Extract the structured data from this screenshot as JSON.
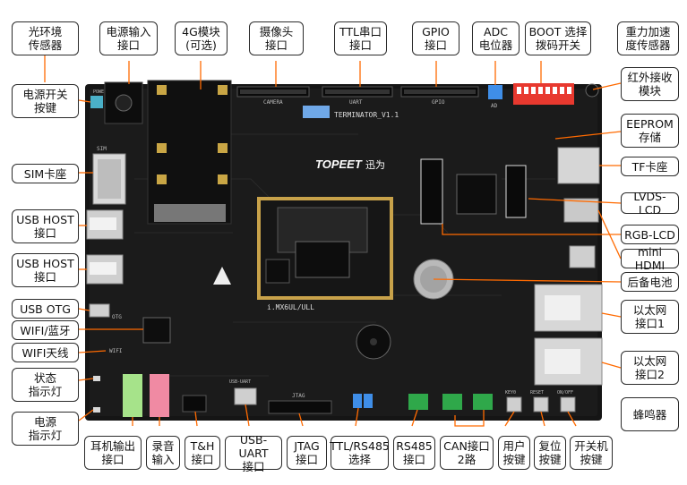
{
  "colors": {
    "board": "#151515",
    "leader": "#ff6a00",
    "label_border": "#2b2b2b",
    "soc_gold": "#c8a24a",
    "terminal_green": "#2fa84a",
    "audio_green": "#a6e38a",
    "audio_pink": "#f08aa3",
    "dip_red": "#e8392f",
    "dip_blue": "#3f8ee8"
  },
  "silkscreen": {
    "brand": "TOPEET",
    "brand_cn": "迅为",
    "board_name": "TERMINATOR_V1.1",
    "soc": "i.MX6UL/ULL",
    "camera": "CAMERA",
    "uart": "UART",
    "gpio": "GPIO",
    "ad": "AD",
    "sim": "SIM",
    "power": "POWE",
    "otg": "OTG",
    "wifi": "WIFI",
    "jtag": "JTAG",
    "usb_uart": "USB-UART",
    "reset": "RESET",
    "onoff": "ON/OFF",
    "key": "KEY0"
  },
  "callouts": {
    "light_sensor": "光环境\n传感器",
    "power_input": "电源输入\n接口",
    "module_4g": "4G模块\n(可选)",
    "camera": "摄像头\n接口",
    "ttl_serial": "TTL串口\n接口",
    "gpio": "GPIO\n接口",
    "adc": "ADC\n电位器",
    "boot_switch": "BOOT 选择\n拨码开关",
    "gravity_sensor": "重力加速\n度传感器",
    "power_switch": "电源开关\n按键",
    "ir_receiver": "红外接收\n模块",
    "eeprom": "EEPROM\n存储",
    "sim_slot": "SIM卡座",
    "tf_slot": "TF卡座",
    "lvds_lcd": "LVDS-LCD",
    "usb_host_1": "USB HOST\n接口",
    "rgb_lcd": "RGB-LCD",
    "usb_host_2": "USB HOST\n接口",
    "mini_hdmi": "mini HDMI",
    "backup_battery": "后备电池",
    "usb_otg": "USB OTG",
    "ethernet_1": "以太网\n接口1",
    "wifi_bt": "WIFI/蓝牙",
    "wifi_antenna": "WIFI天线",
    "ethernet_2": "以太网\n接口2",
    "status_led": "状态\n指示灯",
    "power_led": "电源\n指示灯",
    "buzzer": "蜂鸣器",
    "earphone": "耳机输出\n接口",
    "recording": "录音\n输入",
    "th": "T&H\n接口",
    "usb_uart": "USB-UART\n接口",
    "jtag": "JTAG\n接口",
    "ttl_rs485": "TTL/RS485\n选择",
    "rs485": "RS485\n接口",
    "can": "CAN接口\n2路",
    "user_key": "用户\n按键",
    "reset_key": "复位\n按键",
    "onoff_key": "开关机\n按键"
  }
}
